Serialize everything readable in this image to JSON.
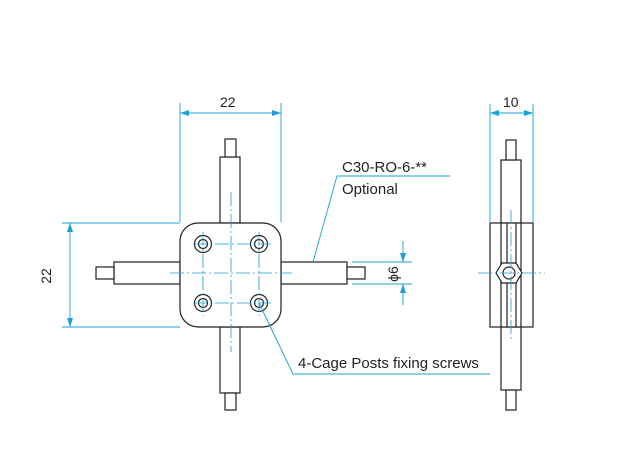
{
  "dimensions": {
    "front_width": "22",
    "front_height": "22",
    "side_width": "10",
    "rod_diameter": "ϕ6"
  },
  "annotations": {
    "optional_part": "C30-RO-6-**",
    "optional_note": "Optional",
    "screws": "4-Cage Posts fixing screws"
  },
  "colors": {
    "dimension_lines": "#1a9fd6",
    "part_outline": "#231f20"
  }
}
